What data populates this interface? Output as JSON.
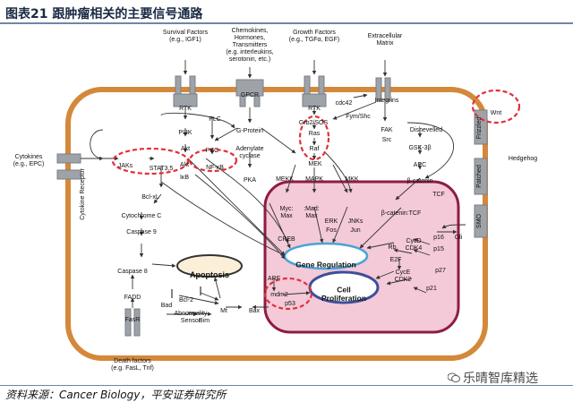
{
  "title": "图表21    跟肿瘤相关的主要信号通路",
  "source": "资料来源：Cancer Biology，平安证券研究所",
  "watermark": "乐晴智库精选",
  "colors": {
    "membrane": "#d4883a",
    "nucleus_fill": "#f4c9d8",
    "nucleus_border": "#8e1d3e",
    "highlight": "#e0303b",
    "receptor": "#9ea3aa",
    "arrow": "#333333",
    "oval_border": "#4aa3d8",
    "oval2_border": "#3c4f9a",
    "apoptosis_fill": "#fbf0d7"
  },
  "labels": [
    {
      "id": "survival-factors",
      "lines": [
        "Survival Factors",
        "(e.g., IGF1)"
      ]
    },
    {
      "id": "chemokines",
      "lines": [
        "Chemokines,",
        "Hormones,",
        "Transmitters",
        "(e.g. interleukins,",
        "serotonin, etc.)"
      ]
    },
    {
      "id": "growth-factors",
      "lines": [
        "Growth Factors",
        "(e.g., TGFα, EGF)"
      ]
    },
    {
      "id": "extracellular-matrix",
      "lines": [
        "Extracellular",
        "Matrix"
      ]
    },
    {
      "id": "rtk-1",
      "lines": [
        "RTK"
      ]
    },
    {
      "id": "gpcr",
      "lines": [
        "GPCR"
      ]
    },
    {
      "id": "rtk-2",
      "lines": [
        "RTK"
      ]
    },
    {
      "id": "cdc42",
      "lines": [
        "cdc42"
      ]
    },
    {
      "id": "integrins",
      "lines": [
        "Integrins"
      ]
    },
    {
      "id": "fym-shc",
      "lines": [
        "Fym/Shc"
      ]
    },
    {
      "id": "fak",
      "lines": [
        "FAK"
      ]
    },
    {
      "id": "src",
      "lines": [
        "Src"
      ]
    },
    {
      "id": "plc",
      "lines": [
        "PLC"
      ]
    },
    {
      "id": "g-protein",
      "lines": [
        "G-Protein"
      ]
    },
    {
      "id": "grb2-sos",
      "lines": [
        "Grb2/SOS"
      ]
    },
    {
      "id": "pi3k",
      "lines": [
        "PI3K"
      ]
    },
    {
      "id": "pkc",
      "lines": [
        "PKC"
      ]
    },
    {
      "id": "adenylate-cyclase",
      "lines": [
        "Adenylate",
        "cyclase"
      ]
    },
    {
      "id": "ras",
      "lines": [
        "Ras"
      ]
    },
    {
      "id": "akt",
      "lines": [
        "Akt"
      ]
    },
    {
      "id": "raf",
      "lines": [
        "Raf"
      ]
    },
    {
      "id": "akt-2",
      "lines": [
        "Akt"
      ]
    },
    {
      "id": "nf-kb",
      "lines": [
        "NF-κB"
      ]
    },
    {
      "id": "mek",
      "lines": [
        "MEK"
      ]
    },
    {
      "id": "ikb",
      "lines": [
        "IκB"
      ]
    },
    {
      "id": "pka",
      "lines": [
        "PKA"
      ]
    },
    {
      "id": "mekk",
      "lines": [
        "MEKK"
      ]
    },
    {
      "id": "mapk",
      "lines": [
        "MAPK"
      ]
    },
    {
      "id": "mkk",
      "lines": [
        "MKK"
      ]
    },
    {
      "id": "cytokines",
      "lines": [
        "Cytokines",
        "(e.g., EPC)"
      ]
    },
    {
      "id": "cytokine-receptor",
      "lines": [
        "Cytokine Receptor"
      ]
    },
    {
      "id": "jaks",
      "lines": [
        "JAKs"
      ]
    },
    {
      "id": "stat",
      "lines": [
        "STAT3,5"
      ]
    },
    {
      "id": "bcl-xl",
      "lines": [
        "Bcl-xL"
      ]
    },
    {
      "id": "cytochrome-c",
      "lines": [
        "Cytochrome C"
      ]
    },
    {
      "id": "caspase-9",
      "lines": [
        "Caspase 9"
      ]
    },
    {
      "id": "caspase-8",
      "lines": [
        "Caspase 8"
      ]
    },
    {
      "id": "fadd",
      "lines": [
        "FADD"
      ]
    },
    {
      "id": "bad",
      "lines": [
        "Bad"
      ]
    },
    {
      "id": "bcl-2",
      "lines": [
        "Bcl-2"
      ]
    },
    {
      "id": "fasr",
      "lines": [
        "FasR"
      ]
    },
    {
      "id": "abnormality-sensor",
      "lines": [
        "Abnormality",
        "Sensor"
      ]
    },
    {
      "id": "bim",
      "lines": [
        "Bim"
      ]
    },
    {
      "id": "mt",
      "lines": [
        "Mt"
      ]
    },
    {
      "id": "bax",
      "lines": [
        "Bax"
      ]
    },
    {
      "id": "death-factors",
      "lines": [
        "Death factors",
        "(e.g. FasL, Tnf)"
      ]
    },
    {
      "id": "creb",
      "lines": [
        "CREB"
      ]
    },
    {
      "id": "myc-max",
      "lines": [
        "Myc:",
        "Max"
      ]
    },
    {
      "id": "mad-max",
      "lines": [
        ":Mad:",
        "Max"
      ]
    },
    {
      "id": "erk",
      "lines": [
        "ERK"
      ]
    },
    {
      "id": "fos",
      "lines": [
        "Fos"
      ]
    },
    {
      "id": "jnks",
      "lines": [
        "JNKs"
      ]
    },
    {
      "id": "jun",
      "lines": [
        "Jun"
      ]
    },
    {
      "id": "beta-catenin-tcf",
      "lines": [
        "β-catenin:TCF"
      ]
    },
    {
      "id": "rb",
      "lines": [
        "Rb"
      ]
    },
    {
      "id": "cycd-cdk4",
      "lines": [
        "CycD",
        "CDK4"
      ]
    },
    {
      "id": "p16",
      "lines": [
        "p16"
      ]
    },
    {
      "id": "p15",
      "lines": [
        "p15"
      ]
    },
    {
      "id": "e2f",
      "lines": [
        "E2F"
      ]
    },
    {
      "id": "cyce-cdk2",
      "lines": [
        "CycE",
        "CDK2"
      ]
    },
    {
      "id": "p27",
      "lines": [
        "p27"
      ]
    },
    {
      "id": "p21",
      "lines": [
        "p21"
      ]
    },
    {
      "id": "arf",
      "lines": [
        "ARF"
      ]
    },
    {
      "id": "mdm2",
      "lines": [
        "mdm2"
      ]
    },
    {
      "id": "p53",
      "lines": [
        "p53"
      ]
    },
    {
      "id": "wnt",
      "lines": [
        "Wnt"
      ]
    },
    {
      "id": "frizzled",
      "lines": [
        "Frizzled"
      ]
    },
    {
      "id": "dishevelled",
      "lines": [
        "Dishevelled"
      ]
    },
    {
      "id": "gsk3b",
      "lines": [
        "GSK-3β"
      ]
    },
    {
      "id": "apc",
      "lines": [
        "APC"
      ]
    },
    {
      "id": "beta-catenin",
      "lines": [
        "β-catenin"
      ]
    },
    {
      "id": "tcf",
      "lines": [
        "TCF"
      ]
    },
    {
      "id": "hedgehog",
      "lines": [
        "Hedgehog"
      ]
    },
    {
      "id": "patched",
      "lines": [
        "Patched"
      ]
    },
    {
      "id": "smo",
      "lines": [
        "SMO"
      ]
    },
    {
      "id": "gli",
      "lines": [
        "Gli"
      ]
    },
    {
      "id": "apoptosis",
      "lines": [
        "Apoptosis"
      ]
    },
    {
      "id": "gene-regulation",
      "lines": [
        "Gene Regulation"
      ]
    },
    {
      "id": "cell-proliferation",
      "lines": [
        "Cell",
        "Proliferation"
      ]
    }
  ]
}
